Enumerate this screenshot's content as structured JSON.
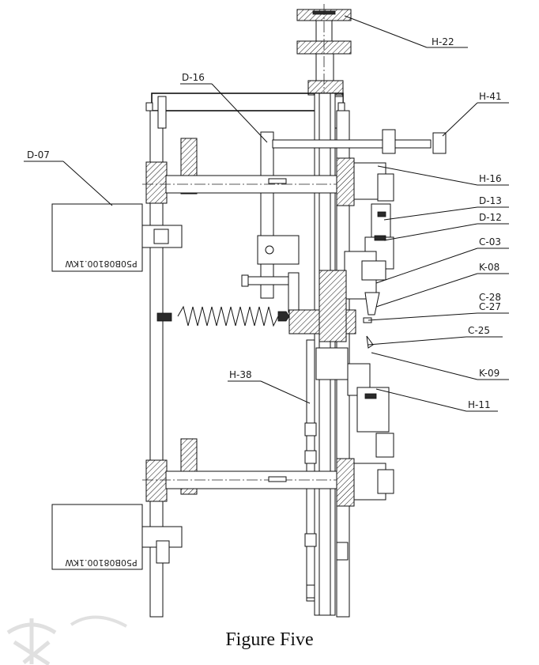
{
  "caption": "Figure Five",
  "labels": [
    {
      "id": "H-22",
      "text": "H-22"
    },
    {
      "id": "D-16",
      "text": "D-16"
    },
    {
      "id": "H-41",
      "text": "H-41"
    },
    {
      "id": "D-07",
      "text": "D-07"
    },
    {
      "id": "H-16",
      "text": "H-16"
    },
    {
      "id": "D-13",
      "text": "D-13"
    },
    {
      "id": "D-12",
      "text": "D-12"
    },
    {
      "id": "C-03",
      "text": "C-03"
    },
    {
      "id": "K-08",
      "text": "K-08"
    },
    {
      "id": "C-28",
      "text": "C-28"
    },
    {
      "id": "C-27",
      "text": "C-27"
    },
    {
      "id": "C-25",
      "text": "C-25"
    },
    {
      "id": "K-09",
      "text": "K-09"
    },
    {
      "id": "H-38",
      "text": "H-38"
    },
    {
      "id": "H-11",
      "text": "H-11"
    }
  ],
  "motors": [
    {
      "id": "motor-top",
      "text": "P50B08100.1KW"
    },
    {
      "id": "motor-bottom",
      "text": "P50B08100.1KW"
    }
  ],
  "colors": {
    "ink": "#111111",
    "background": "#ffffff",
    "watermark": "#c8c8c8"
  }
}
